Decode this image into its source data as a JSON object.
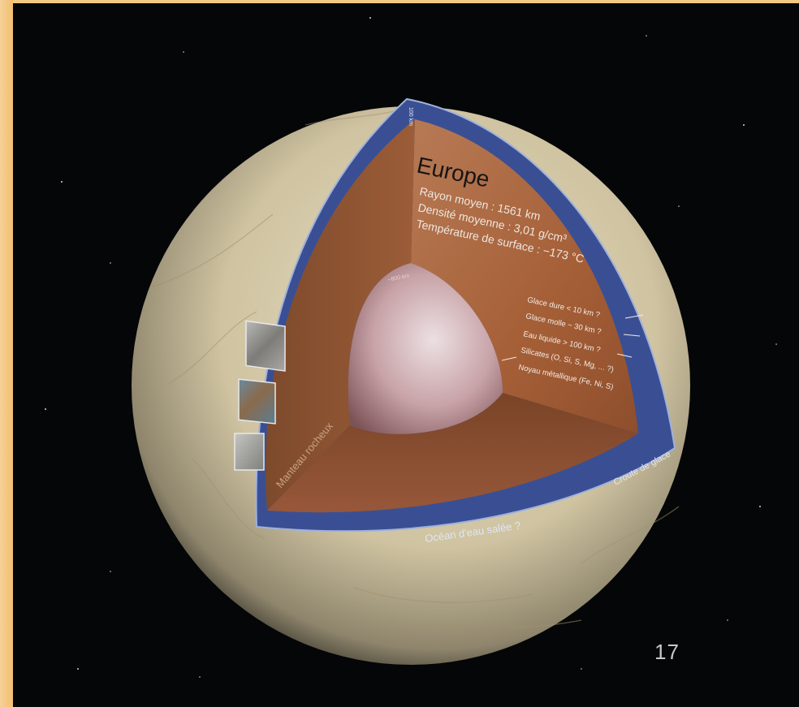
{
  "diagram": {
    "title": "Europe",
    "facts": [
      "Rayon moyen : 1561 km",
      "Densité moyenne : 3,01 g/cm³",
      "Température de surface : −173 °C"
    ],
    "layers": [
      "Glace dure < 10 km ?",
      "Glace molle ~ 30 km ?",
      "Eau liquide > 100 km ?",
      "Silicates (O, Si, S, Mg, ... ?)",
      "Noyau métallique (Fe, Ni, S)"
    ],
    "region_labels": {
      "ocean": "Océan d'eau salée ?",
      "mantle": "Manteau rocheux",
      "crust": "Croute de glace"
    },
    "depth_marks": {
      "crust_depth": "100 km",
      "core_boundary": "~800 km"
    }
  },
  "slide": {
    "page_number": "17"
  },
  "colors": {
    "space": "#050608",
    "surface": "#d8ceb0",
    "ocean_band": "#3a4f93",
    "mantle": "#a8643c",
    "core": "#c9a6aa",
    "slide_background": "#f4c983"
  }
}
